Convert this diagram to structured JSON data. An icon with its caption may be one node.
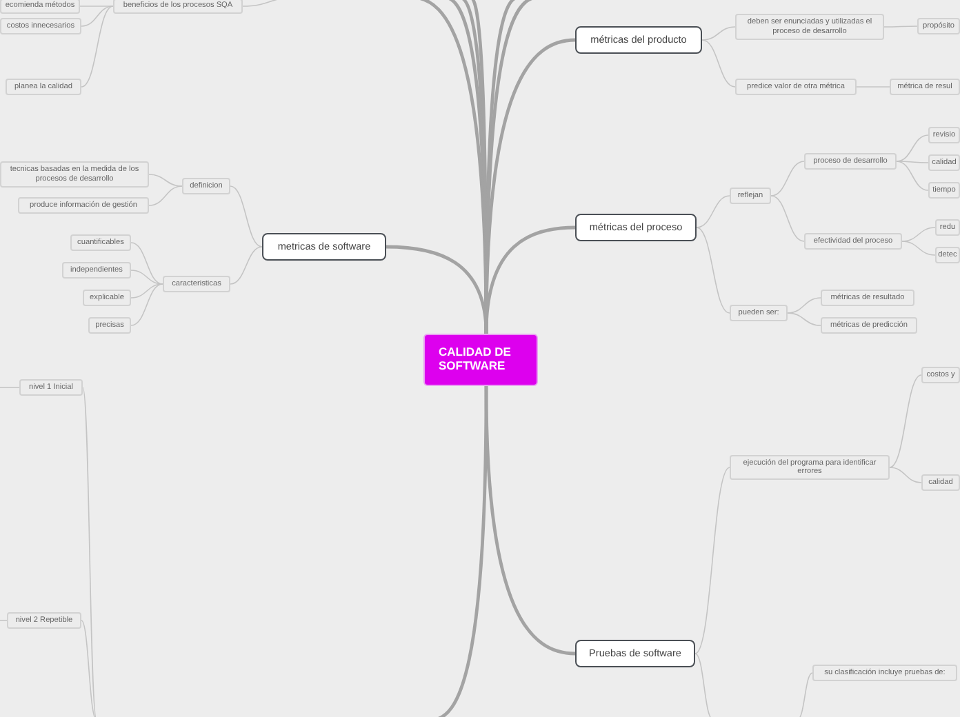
{
  "diagram": {
    "nodes": [
      {
        "text": [
          "CALIDAD DE SOFTWARE"
        ]
      },
      {
        "text": [
          "beneficios de los procesos SQA"
        ]
      },
      {
        "text": [
          "ecomienda métodos"
        ]
      },
      {
        "text": [
          "costos innecesarios"
        ]
      },
      {
        "text": [
          "planea la calidad"
        ]
      },
      {
        "text": [
          "metricas de software"
        ]
      },
      {
        "text": [
          "definicion"
        ]
      },
      {
        "text": [
          "tecnicas basadas en la medida de los procesos de desarrollo"
        ]
      },
      {
        "text": [
          "produce información de gestión"
        ]
      },
      {
        "text": [
          "caracteristicas"
        ]
      },
      {
        "text": [
          "cuantificables"
        ]
      },
      {
        "text": [
          "independientes"
        ]
      },
      {
        "text": [
          "explicable"
        ]
      },
      {
        "text": [
          "precisas"
        ]
      },
      {
        "text": [
          "nivel 1 Inicial"
        ]
      },
      {
        "text": [
          "nivel 2 Repetible"
        ]
      },
      {
        "text": [
          "métricas del producto"
        ]
      },
      {
        "text": [
          "deben ser enunciadas y utilizadas el proceso de desarrollo"
        ]
      },
      {
        "text": [
          "propósito"
        ]
      },
      {
        "text": [
          "predice valor de otra métrica"
        ]
      },
      {
        "text": [
          "métrica de resul"
        ]
      },
      {
        "text": [
          "métricas del proceso"
        ]
      },
      {
        "text": [
          "reflejan"
        ]
      },
      {
        "text": [
          "proceso de desarrollo"
        ]
      },
      {
        "text": [
          "revisio"
        ]
      },
      {
        "text": [
          "calidad"
        ]
      },
      {
        "text": [
          "tiempo"
        ]
      },
      {
        "text": [
          "efectividad del proceso"
        ]
      },
      {
        "text": [
          "redu"
        ]
      },
      {
        "text": [
          "detec"
        ]
      },
      {
        "text": [
          "pueden ser:"
        ]
      },
      {
        "text": [
          "métricas de resultado"
        ]
      },
      {
        "text": [
          "métricas de predicción"
        ]
      },
      {
        "text": [
          "Pruebas de software"
        ]
      },
      {
        "text": [
          "ejecución del programa para identificar errores"
        ]
      },
      {
        "text": [
          "costos y"
        ]
      },
      {
        "text": [
          "calidad"
        ]
      },
      {
        "text": [
          "su clasificación incluye pruebas de:"
        ]
      }
    ],
    "edges": [
      {
        "from": null,
        "to": 1,
        "arrow": "none"
      },
      {
        "from": 1,
        "to": 2,
        "arrow": "none"
      },
      {
        "from": 1,
        "to": 3,
        "arrow": "none"
      },
      {
        "from": 1,
        "to": 4,
        "arrow": "none"
      },
      {
        "from": 0,
        "to": 5,
        "arrow": "none",
        "style": "thick"
      },
      {
        "from": 5,
        "to": 6,
        "arrow": "none"
      },
      {
        "from": 6,
        "to": 7,
        "arrow": "none"
      },
      {
        "from": 6,
        "to": 8,
        "arrow": "none"
      },
      {
        "from": 5,
        "to": 9,
        "arrow": "none"
      },
      {
        "from": 9,
        "to": 10,
        "arrow": "none"
      },
      {
        "from": 9,
        "to": 11,
        "arrow": "none"
      },
      {
        "from": 9,
        "to": 12,
        "arrow": "none"
      },
      {
        "from": 9,
        "to": 13,
        "arrow": "none"
      },
      {
        "from": null,
        "to": 14,
        "arrow": "none"
      },
      {
        "from": null,
        "to": 15,
        "arrow": "none"
      },
      {
        "from": 14,
        "to": null,
        "arrow": "none"
      },
      {
        "from": 15,
        "to": null,
        "arrow": "none"
      },
      {
        "from": 0,
        "to": 16,
        "arrow": "none",
        "style": "thick"
      },
      {
        "from": 16,
        "to": 17,
        "arrow": "none"
      },
      {
        "from": 17,
        "to": 18,
        "arrow": "none"
      },
      {
        "from": 16,
        "to": 19,
        "arrow": "none"
      },
      {
        "from": 19,
        "to": 20,
        "arrow": "none"
      },
      {
        "from": 0,
        "to": 21,
        "arrow": "none",
        "style": "thick"
      },
      {
        "from": 21,
        "to": 22,
        "arrow": "none"
      },
      {
        "from": 22,
        "to": 23,
        "arrow": "none"
      },
      {
        "from": 23,
        "to": 24,
        "arrow": "none"
      },
      {
        "from": 23,
        "to": 25,
        "arrow": "none"
      },
      {
        "from": 23,
        "to": 26,
        "arrow": "none"
      },
      {
        "from": 22,
        "to": 27,
        "arrow": "none"
      },
      {
        "from": 27,
        "to": 28,
        "arrow": "none"
      },
      {
        "from": 27,
        "to": 29,
        "arrow": "none"
      },
      {
        "from": 21,
        "to": 30,
        "arrow": "none"
      },
      {
        "from": 30,
        "to": 31,
        "arrow": "none"
      },
      {
        "from": 30,
        "to": 32,
        "arrow": "none"
      },
      {
        "from": 0,
        "to": 33,
        "arrow": "none",
        "style": "thick"
      },
      {
        "from": 33,
        "to": 34,
        "arrow": "none"
      },
      {
        "from": 34,
        "to": 35,
        "arrow": "none"
      },
      {
        "from": 34,
        "to": 36,
        "arrow": "none"
      },
      {
        "from": 33,
        "to": null,
        "arrow": "none"
      },
      {
        "from": null,
        "to": 37,
        "arrow": "none"
      },
      {
        "from": 0,
        "to": null,
        "arrow": "none",
        "style": "thick"
      },
      {
        "from": 0,
        "to": null,
        "arrow": "none",
        "style": "thick"
      },
      {
        "from": 0,
        "to": null,
        "arrow": "none",
        "style": "thick"
      },
      {
        "from": 0,
        "to": null,
        "arrow": "none",
        "style": "thick"
      },
      {
        "from": 0,
        "to": null,
        "arrow": "none",
        "style": "thick"
      },
      {
        "from": 0,
        "to": null,
        "arrow": "none",
        "style": "thick"
      },
      {
        "from": 0,
        "to": null,
        "arrow": "none",
        "style": "thick"
      }
    ]
  }
}
